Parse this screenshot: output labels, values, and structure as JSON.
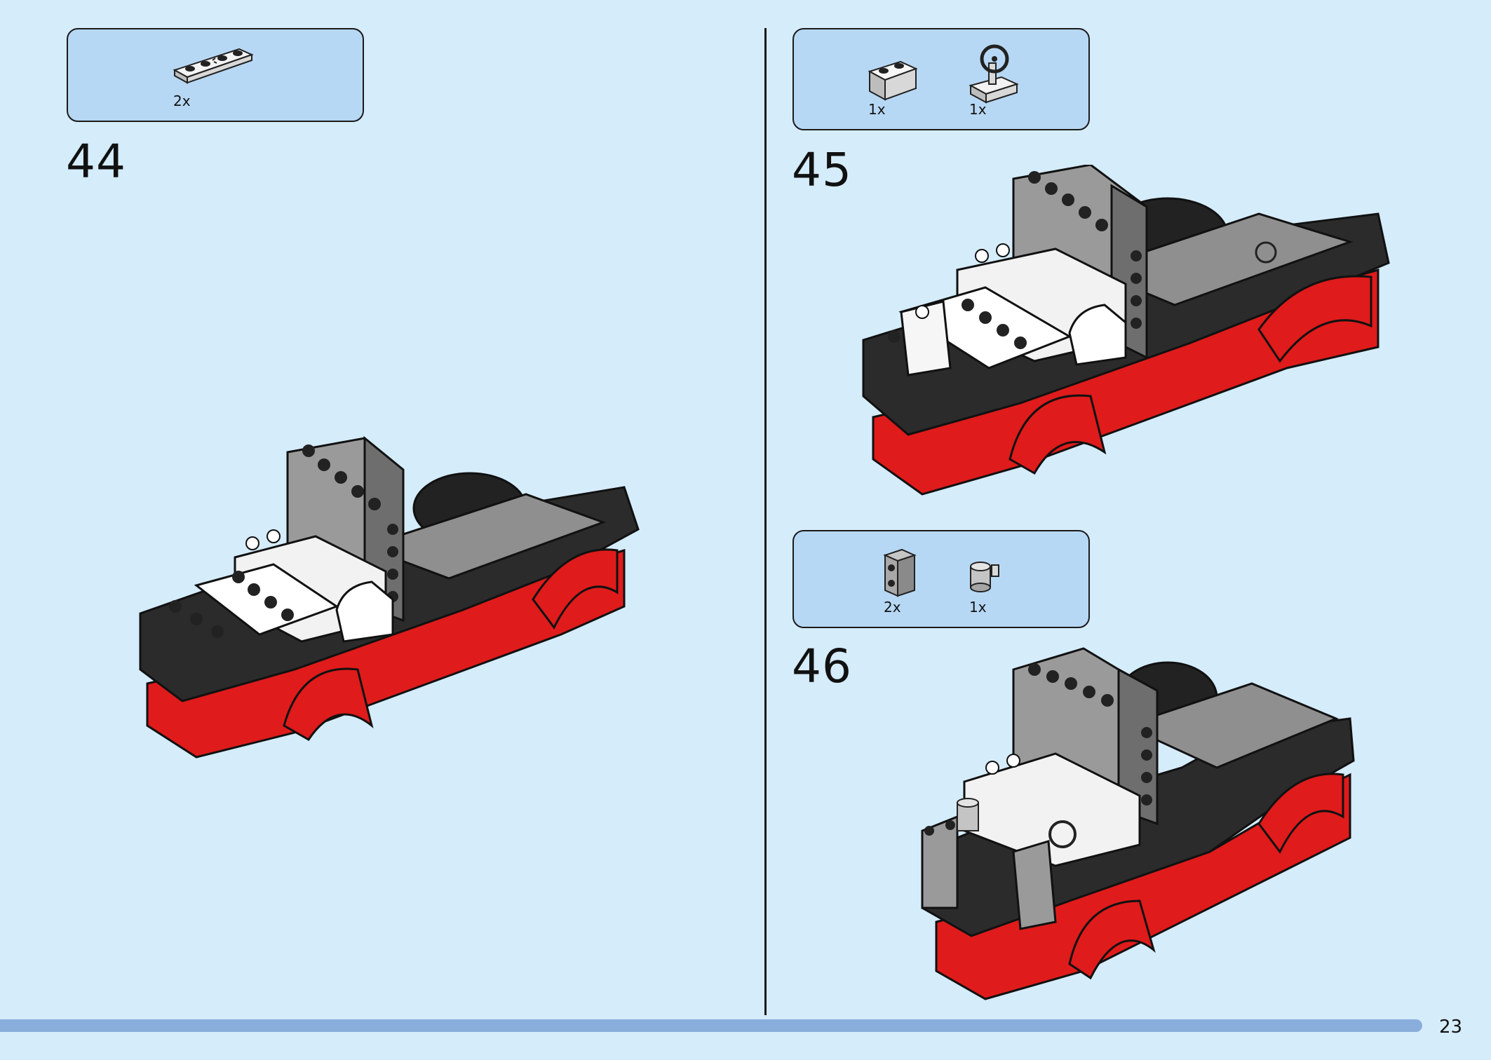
{
  "steps": [
    {
      "number": "44",
      "parts": [
        {
          "qty": "2x",
          "icon": "white-plate-1x4-icon"
        }
      ]
    },
    {
      "number": "45",
      "parts": [
        {
          "qty": "1x",
          "icon": "white-brick-1x2-icon"
        },
        {
          "qty": "1x",
          "icon": "steering-wheel-icon"
        }
      ]
    },
    {
      "number": "46",
      "parts": [
        {
          "qty": "2x",
          "icon": "gray-brick-side-studs-icon"
        },
        {
          "qty": "1x",
          "icon": "silver-round-cylinder-icon"
        }
      ]
    }
  ],
  "page_number": "23",
  "colors": {
    "background": "#d5ecfb",
    "callout": "#b7d8f4",
    "car_red": "#e01b1b",
    "car_black": "#2b2b2b",
    "car_gray": "#9a9a9a",
    "progress_bar": "#8aaedb"
  }
}
